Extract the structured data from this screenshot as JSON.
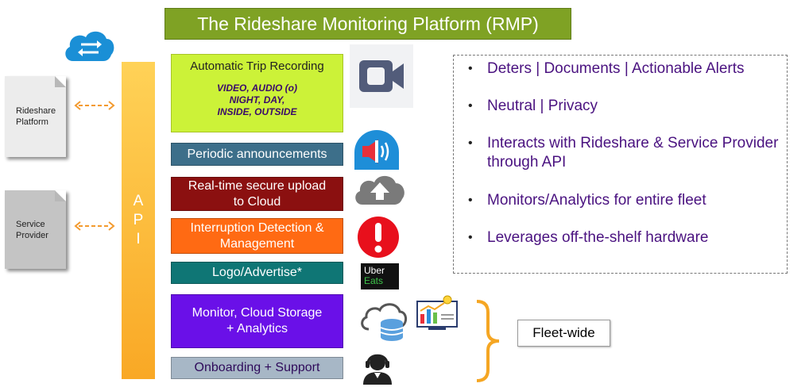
{
  "title": "The Rideshare Monitoring Platform (RMP)",
  "left_nodes": [
    {
      "label_lines": [
        "Rideshare",
        "Platform"
      ]
    },
    {
      "label_lines": [
        "Service",
        "Provider"
      ]
    }
  ],
  "api": {
    "letters": [
      "A",
      "P",
      "I"
    ]
  },
  "recording": {
    "heading": "Automatic Trip Recording",
    "details": [
      "VIDEO, AUDIO (o)",
      "NIGHT, DAY,",
      "INSIDE, OUTSIDE"
    ]
  },
  "modules": [
    {
      "lines": [
        "Periodic announcements"
      ],
      "color": "#3d6f8a"
    },
    {
      "lines": [
        "Real-time secure upload",
        "to Cloud"
      ],
      "color": "#8b1010"
    },
    {
      "lines": [
        "Interruption Detection &",
        "Management"
      ],
      "color": "#ff6a13"
    },
    {
      "lines": [
        "Logo/Advertise*"
      ],
      "color": "#0f7675"
    },
    {
      "lines": [
        "Monitor, Cloud Storage",
        "+ Analytics"
      ],
      "color": "#6a10e8"
    },
    {
      "lines": [
        "Onboarding + Support"
      ],
      "color": "#a7b7c6"
    }
  ],
  "icons": {
    "cloud_sync": "cloud-sync-icon",
    "video": "video-camera-icon",
    "announce": "megaphone-icon",
    "upload": "cloud-upload-icon",
    "alert": "alert-icon",
    "brand": {
      "line1": "Uber",
      "line2": "Eats"
    },
    "storage": "cloud-database-icon",
    "analytics": "analytics-dashboard-icon",
    "support": "support-agent-icon"
  },
  "features": [
    "Deters | Documents | Actionable Alerts",
    "Neutral | Privacy",
    "Interacts with Rideshare & Service Provider through API",
    "Monitors/Analytics for entire fleet",
    "Leverages off-the-shelf hardware"
  ],
  "bullet": "•",
  "fleet_label": "Fleet-wide",
  "colors": {
    "title_bg": "#7fa224",
    "api": "#f9a825",
    "recording_bg": "#ccf238",
    "feature_text": "#4a1280",
    "brace": "#f5a623"
  }
}
